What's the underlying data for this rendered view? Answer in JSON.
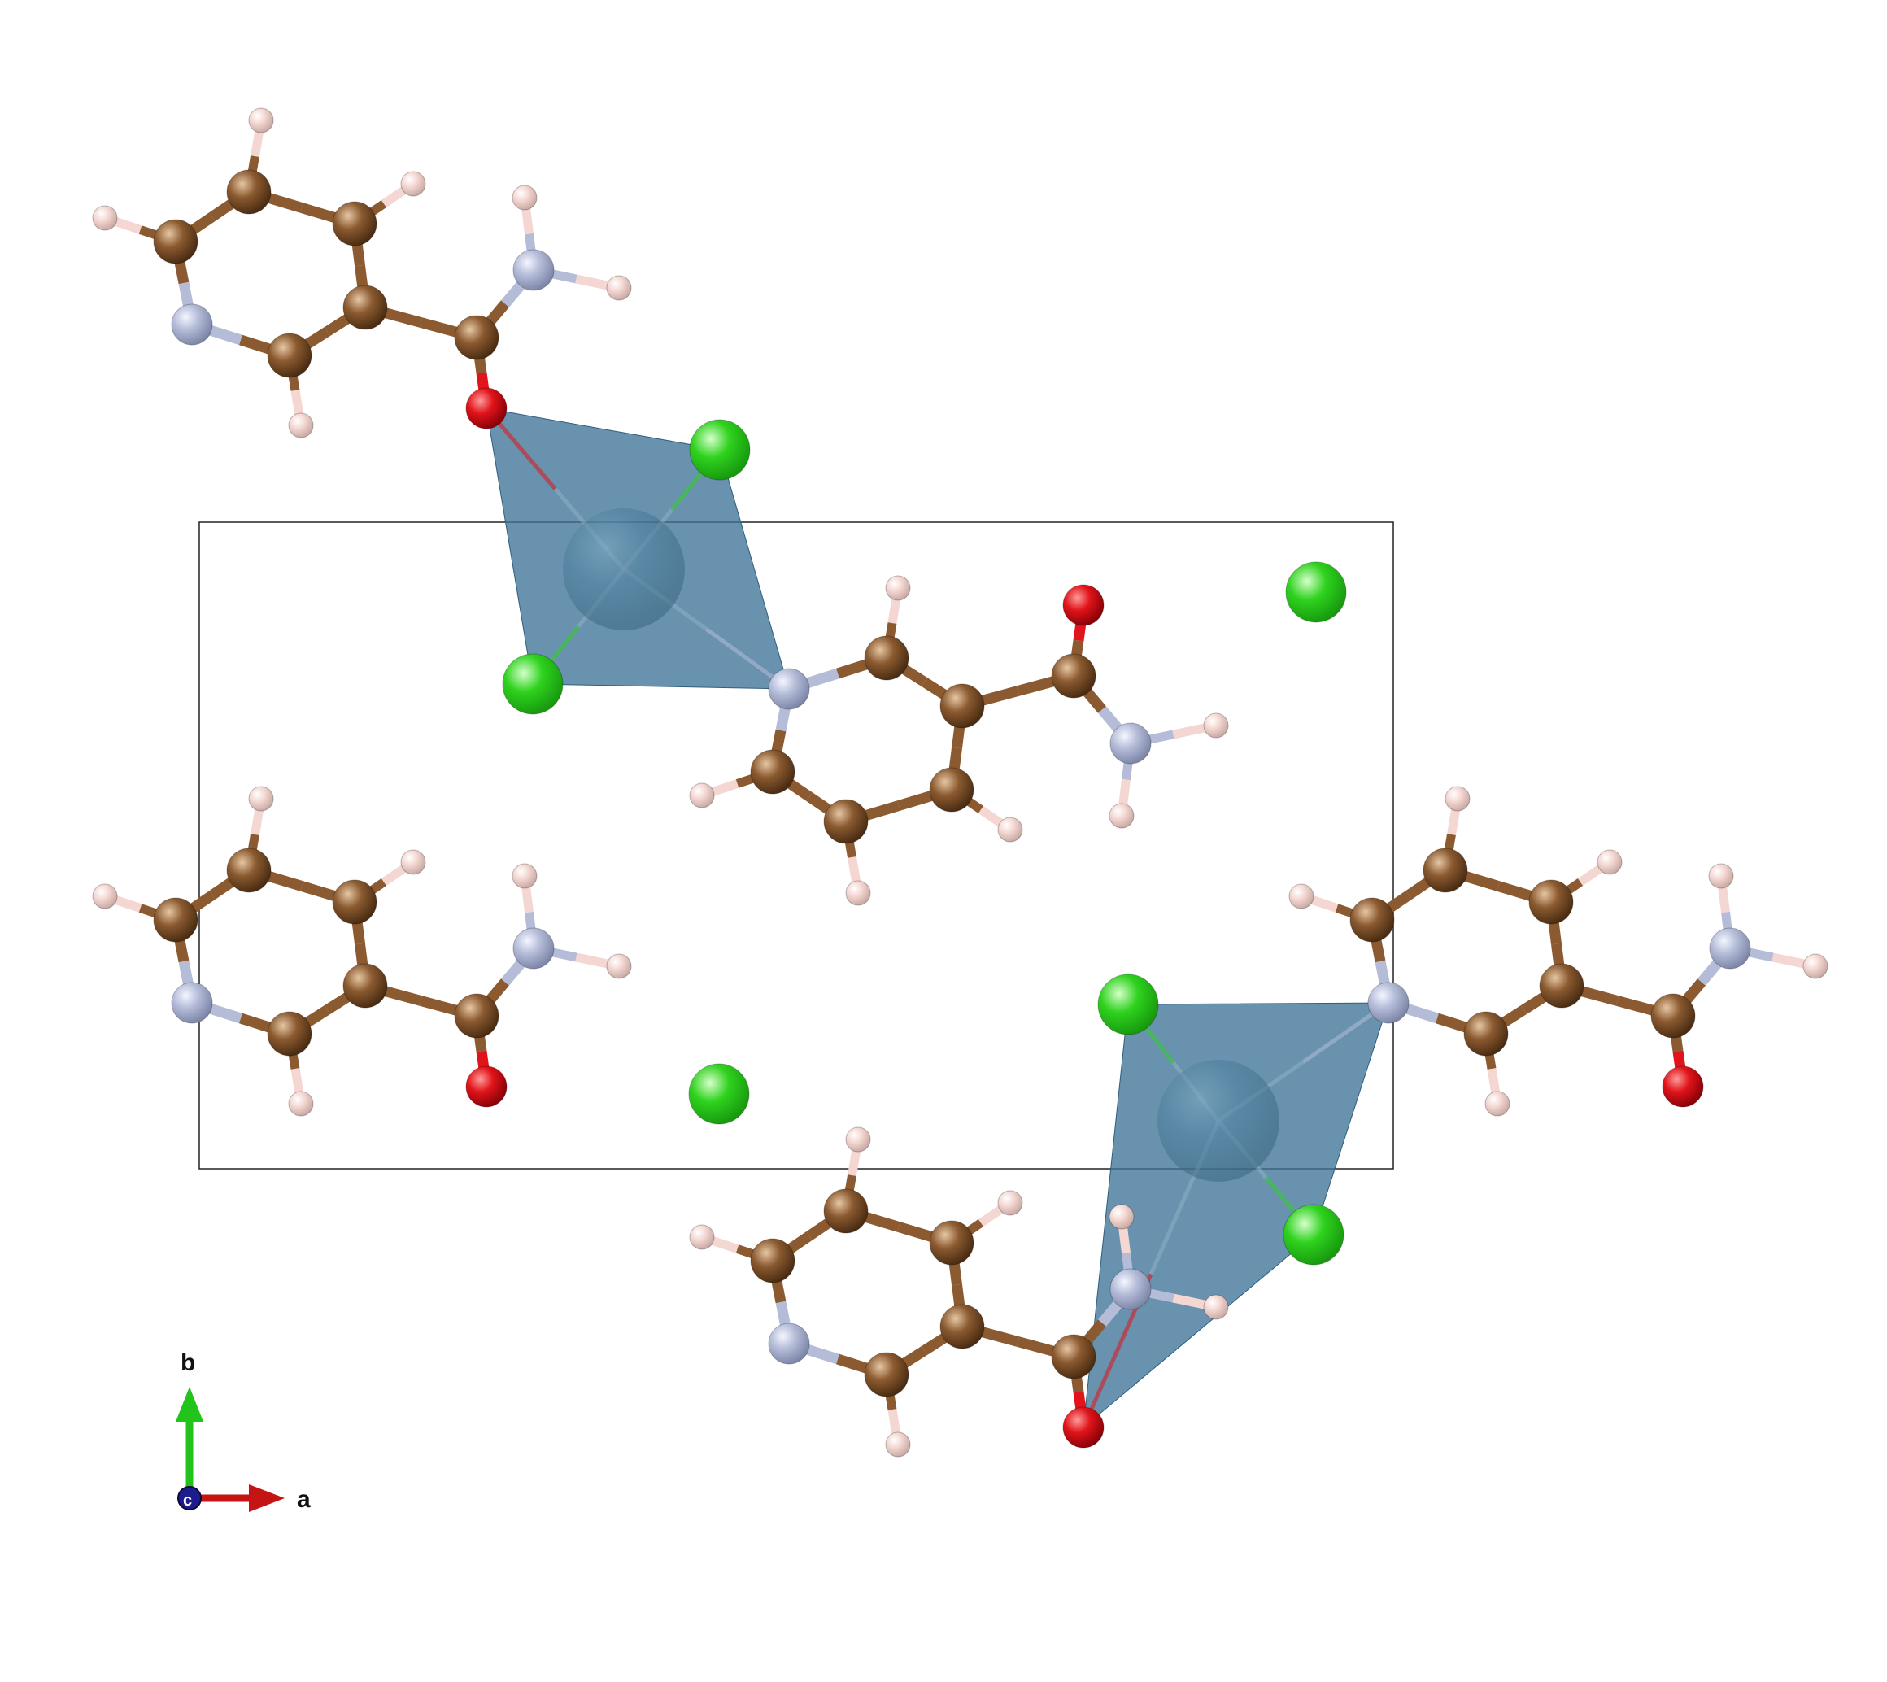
{
  "figure": {
    "axis_labels": {
      "b": "b",
      "a": "a",
      "c": "c"
    },
    "colors": {
      "background": "#ffffff",
      "unit_cell": "#222222",
      "carbon": "#8b5a30",
      "hydrogen": "#f4d7d2",
      "nitrogen": "#b4bcd8",
      "oxygen": "#e0141a",
      "chlorine": "#2fd21e",
      "metal": "#4c7f9e",
      "polyhedron": "#3f7397",
      "axis_a": "#c41414",
      "axis_b": "#22c41c",
      "axis_c": "#1c1c8c"
    },
    "atom_types": [
      "C",
      "H",
      "N",
      "O",
      "Cl",
      "M"
    ]
  }
}
